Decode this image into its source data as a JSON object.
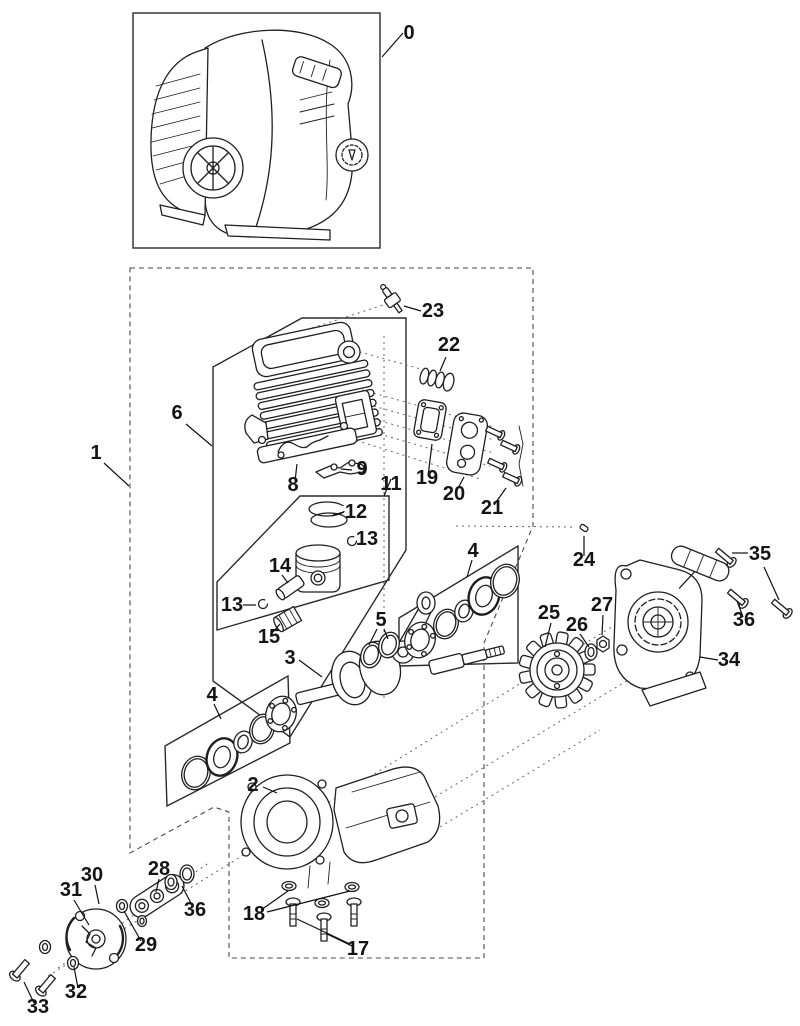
{
  "colors": {
    "ink": "#1f1f1f",
    "background": "#ffffff"
  },
  "callouts": {
    "c0": "0",
    "c1": "1",
    "c2": "2",
    "c3": "3",
    "c4a": "4",
    "c4b": "4",
    "c5": "5",
    "c6": "6",
    "c8": "8",
    "c9": "9",
    "c11": "11",
    "c12": "12",
    "c13a": "13",
    "c13b": "13",
    "c14": "14",
    "c15": "15",
    "c17": "17",
    "c18": "18",
    "c19": "19",
    "c20": "20",
    "c21": "21",
    "c22": "22",
    "c23": "23",
    "c24": "24",
    "c25": "25",
    "c26": "26",
    "c27": "27",
    "c28": "28",
    "c29": "29",
    "c30": "30",
    "c31": "31",
    "c32": "32",
    "c33": "33",
    "c34": "34",
    "c35": "35",
    "c36a": "36",
    "c36b": "36"
  }
}
